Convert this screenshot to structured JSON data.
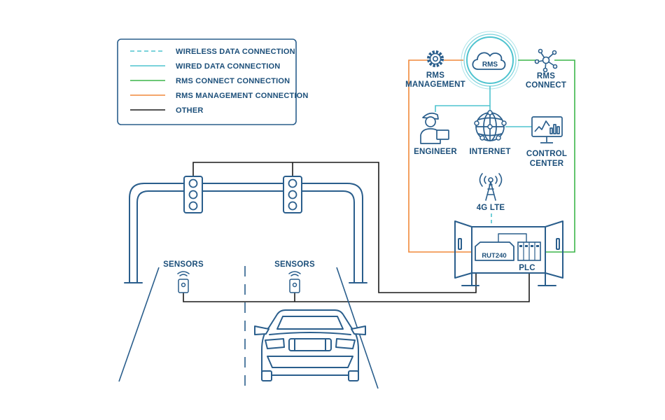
{
  "legend": {
    "items": [
      {
        "label": "WIRELESS DATA CONNECTION",
        "color": "#4ec3cf",
        "style": "dashed"
      },
      {
        "label": "WIRED DATA CONNECTION",
        "color": "#4ec3cf",
        "style": "solid"
      },
      {
        "label": "RMS CONNECT CONNECTION",
        "color": "#3cb54a",
        "style": "solid"
      },
      {
        "label": "RMS MANAGEMENT CONNECTION",
        "color": "#f0883a",
        "style": "solid"
      },
      {
        "label": "OTHER",
        "color": "#1a1a1a",
        "style": "solid"
      }
    ]
  },
  "nodes": {
    "rms": "RMS",
    "rms_management": [
      "RMS",
      "MANAGEMENT"
    ],
    "rms_connect": [
      "RMS",
      "CONNECT"
    ],
    "engineer": "ENGINEER",
    "internet": "INTERNET",
    "control_center": [
      "CONTROL",
      "CENTER"
    ],
    "lte": "4G LTE",
    "router": "RUT240",
    "plc": "PLC",
    "sensors_left": "SENSORS",
    "sensors_right": "SENSORS"
  },
  "colors": {
    "line_art": "#2a5e8c",
    "label_text": "#1c4f7a",
    "wireless": "#4ec3cf",
    "wired": "#4ec3cf",
    "rms_connect": "#3cb54a",
    "rms_management": "#f0883a",
    "other": "#1a1a1a"
  }
}
